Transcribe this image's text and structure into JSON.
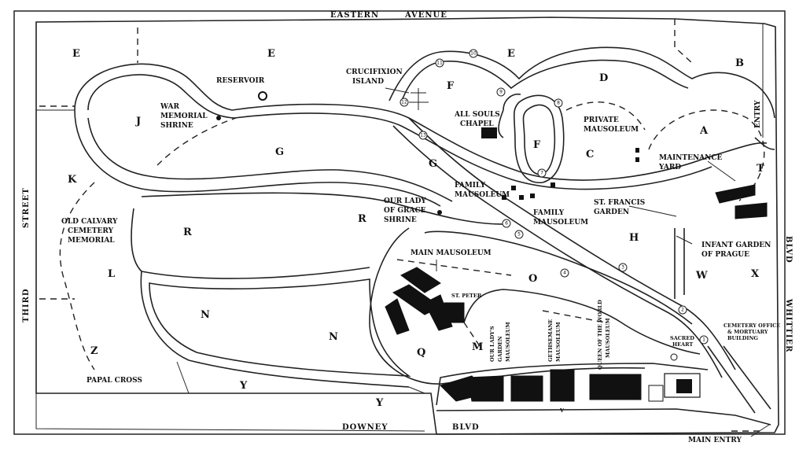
{
  "streets": {
    "north": "EASTERN",
    "north2": "AVENUE",
    "south": "DOWNEY",
    "south2": "BLVD",
    "west": "STREET",
    "west2": "THIRD",
    "east": "BLVD",
    "east2": "WHITTIER"
  },
  "places": {
    "crucifixion_1": "CRUCIFIXION",
    "crucifixion_2": "ISLAND",
    "reservoir": "RESERVOIR",
    "war_1": "WAR",
    "war_2": "MEMORIAL",
    "war_3": "SHRINE",
    "all_souls_1": "ALL SOULS",
    "all_souls_2": "CHAPEL",
    "private_1": "PRIVATE",
    "private_2": "MAUSOLEUM",
    "maint_1": "MAINTENANCE",
    "maint_2": "YARD",
    "entry": "ENTRY",
    "family1_1": "FAMILY",
    "family1_2": "MAUSOLEUM",
    "family2_1": "FAMILY",
    "family2_2": "MAUSOLEUM",
    "grace_1": "OUR LADY",
    "grace_2": "OF GRACE",
    "grace_3": "SHRINE",
    "francis_1": "ST. FRANCIS",
    "francis_2": "GARDEN",
    "infant_1": "INFANT GARDEN",
    "infant_2": "OF PRAGUE",
    "calvary_1": "OLD CALVARY",
    "calvary_2": "CEMETERY",
    "calvary_3": "MEMORIAL",
    "main_mausoleum": "MAIN MAUSOLEUM",
    "st_peter": "ST. PETER",
    "garden_1": "OUR LADY'S",
    "garden_2": "GARDEN",
    "garden_3": "MAUSOLEUM",
    "gethsemane_1": "GETHSEMANE",
    "gethsemane_2": "MAUSOLEUM",
    "queen_1": "QUEEN OF THE WORLD",
    "queen_2": "MAUSOLEUM",
    "sacred_1": "SACRED",
    "sacred_2": "HEART",
    "office_1": "CEMETERY OFFICE",
    "office_2": "& MORTUARY",
    "office_3": "BUILDING",
    "papal_cross": "PAPAL CROSS",
    "main_entry": "MAIN ENTRY"
  },
  "sections": {
    "e1": "E",
    "e2": "E",
    "e3": "E",
    "b": "B",
    "j": "J",
    "f1": "F",
    "f2": "F",
    "d": "D",
    "a": "A",
    "g1": "G",
    "g2": "G",
    "c": "C",
    "t": "T",
    "k": "K",
    "r1": "R",
    "r2": "R",
    "h": "H",
    "l": "L",
    "o": "O",
    "w": "W",
    "x": "X",
    "n1": "N",
    "n2": "N",
    "q": "Q",
    "m": "M",
    "z": "Z",
    "y1": "Y",
    "y2": "Y",
    "v": "V"
  },
  "markers": {
    "m11": "11",
    "m10": "10",
    "m9": "9",
    "m8": "8",
    "m12": "12",
    "m13": "13",
    "m7": "7",
    "m6": "6",
    "m5": "5",
    "m4": "4",
    "m3": "3",
    "m2": "2",
    "m1": "1"
  }
}
